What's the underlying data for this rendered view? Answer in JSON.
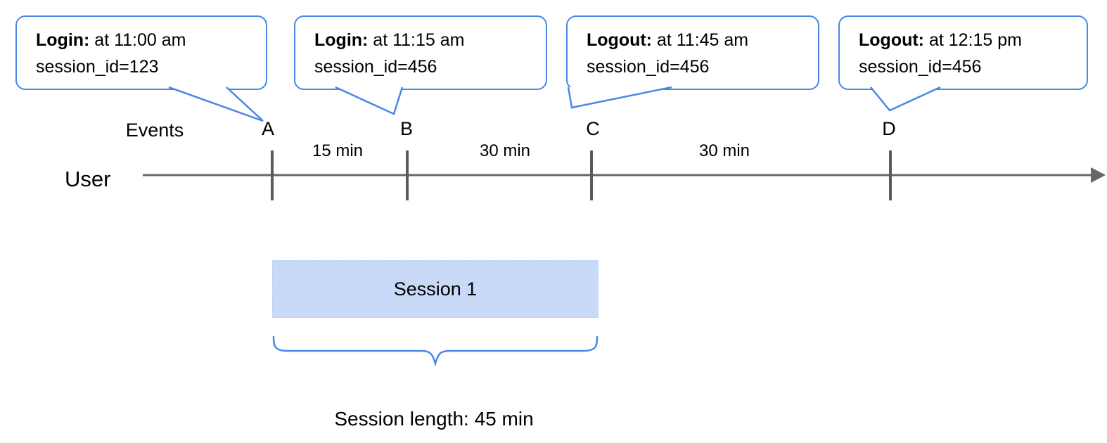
{
  "colors": {
    "accent_blue": "#4a86e8",
    "session_fill": "#c9daf8",
    "timeline_gray": "#666666",
    "text": "#000000"
  },
  "callouts": [
    {
      "event_type": "Login:",
      "time_text": " at 11:00 am",
      "session_text": "session_id=123"
    },
    {
      "event_type": "Login:",
      "time_text": " at 11:15 am",
      "session_text": "session_id=456"
    },
    {
      "event_type": "Logout:",
      "time_text": " at 11:45 am",
      "session_text": "session_id=456"
    },
    {
      "event_type": "Logout:",
      "time_text": " at 12:15 pm",
      "session_text": "session_id=456"
    }
  ],
  "timeline": {
    "events_label": "Events",
    "user_label": "User",
    "events": [
      {
        "label": "A"
      },
      {
        "label": "B"
      },
      {
        "label": "C"
      },
      {
        "label": "D"
      }
    ],
    "intervals": [
      {
        "label": "15 min"
      },
      {
        "label": "30 min"
      },
      {
        "label": "30 min"
      }
    ]
  },
  "session": {
    "label": "Session 1",
    "length_label": "Session length: 45 min"
  }
}
